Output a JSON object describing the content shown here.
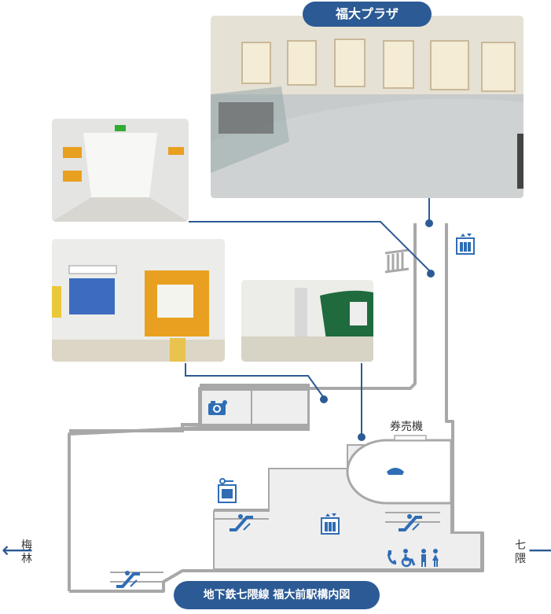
{
  "title_top": "福大プラザ",
  "title_bottom": "地下鉄七隈線 福大前駅構内図",
  "ticket_machine_label": "券売機",
  "left_direction": "梅林",
  "right_direction": "七隈",
  "colors": {
    "brand_blue": "#2c5a94",
    "floor_gray": "#eeeeee",
    "wall_gray": "#a8a8a8",
    "icon_blue": "#2f6db5"
  },
  "photos": [
    {
      "name": "fukudai-plaza-photo"
    },
    {
      "name": "corridor-photo"
    },
    {
      "name": "info-board-photo"
    },
    {
      "name": "concourse-photo"
    }
  ],
  "icons": [
    "camera-icon",
    "locker-icon",
    "escalator-icon",
    "elevator-icon",
    "ticket-gate-icon",
    "phone-icon",
    "wheelchair-icon",
    "restroom-icon"
  ]
}
